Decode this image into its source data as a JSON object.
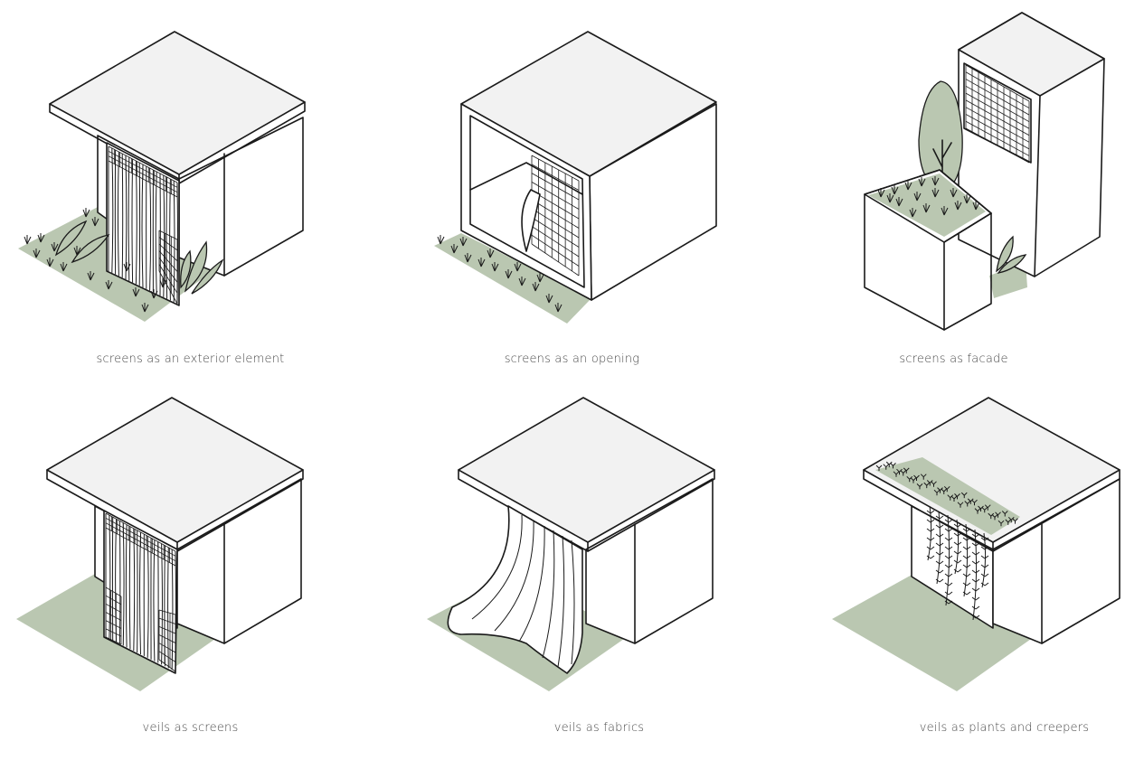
{
  "colors": {
    "green": "#bac7b1",
    "roof": "#f2f2f2",
    "line": "#1a1a1a",
    "caption": "#4a4a4a"
  },
  "panels": [
    {
      "caption": "screens as an exterior element"
    },
    {
      "caption": "screens as an opening"
    },
    {
      "caption": "screens as facade"
    },
    {
      "caption": "veils as screens"
    },
    {
      "caption": "veils as fabrics"
    },
    {
      "caption": "veils as plants and creepers"
    }
  ]
}
